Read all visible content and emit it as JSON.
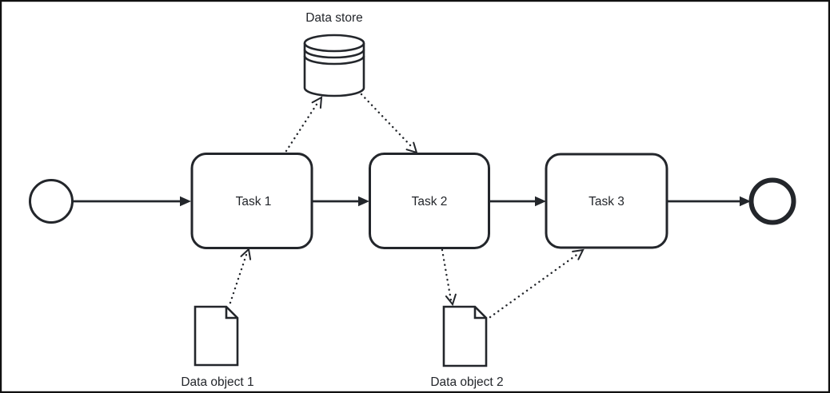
{
  "diagram": {
    "type": "bpmn-process-diagram",
    "background_color": "#ffffff",
    "line_color": "#23262b",
    "frame_color": "#111111",
    "nodes": {
      "start_event": {
        "kind": "start-event"
      },
      "task1": {
        "kind": "task",
        "label": "Task 1"
      },
      "task2": {
        "kind": "task",
        "label": "Task 2"
      },
      "task3": {
        "kind": "task",
        "label": "Task 3"
      },
      "end_event": {
        "kind": "end-event"
      },
      "data_store": {
        "kind": "data-store",
        "label": "Data store"
      },
      "data_object_1": {
        "kind": "data-object",
        "label": "Data object 1"
      },
      "data_object_2": {
        "kind": "data-object",
        "label": "Data object 2"
      }
    },
    "edges": [
      {
        "from": "start_event",
        "to": "task1",
        "style": "solid-arrow"
      },
      {
        "from": "task1",
        "to": "task2",
        "style": "solid-arrow"
      },
      {
        "from": "task2",
        "to": "task3",
        "style": "solid-arrow"
      },
      {
        "from": "task3",
        "to": "end_event",
        "style": "solid-arrow"
      },
      {
        "from": "task1",
        "to": "data_store",
        "style": "dotted-open-arrow"
      },
      {
        "from": "data_store",
        "to": "task2",
        "style": "dotted-open-arrow"
      },
      {
        "from": "data_object_1",
        "to": "task1",
        "style": "dotted-open-arrow"
      },
      {
        "from": "task2",
        "to": "data_object_2",
        "style": "dotted-open-arrow"
      },
      {
        "from": "data_object_2",
        "to": "task3",
        "style": "dotted-open-arrow"
      }
    ]
  }
}
